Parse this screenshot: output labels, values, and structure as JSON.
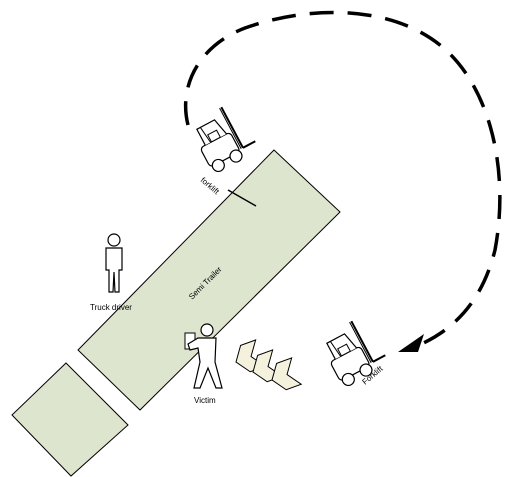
{
  "labels": {
    "semi_trailer": "Semi Trailer",
    "truck_driver": "Truck driver",
    "victim": "Victim",
    "forklift_top": "forklift",
    "forklift_right": "Forklift"
  },
  "colors": {
    "trailer_fill": "#dde5cf",
    "outline": "#000000",
    "forklift_fill": "#ffffff",
    "arrow_fill": "#f4f1dc"
  },
  "icons": [
    "forklift-icon",
    "person-icon",
    "direction-arrow-icon",
    "dashed-path-arrow"
  ]
}
